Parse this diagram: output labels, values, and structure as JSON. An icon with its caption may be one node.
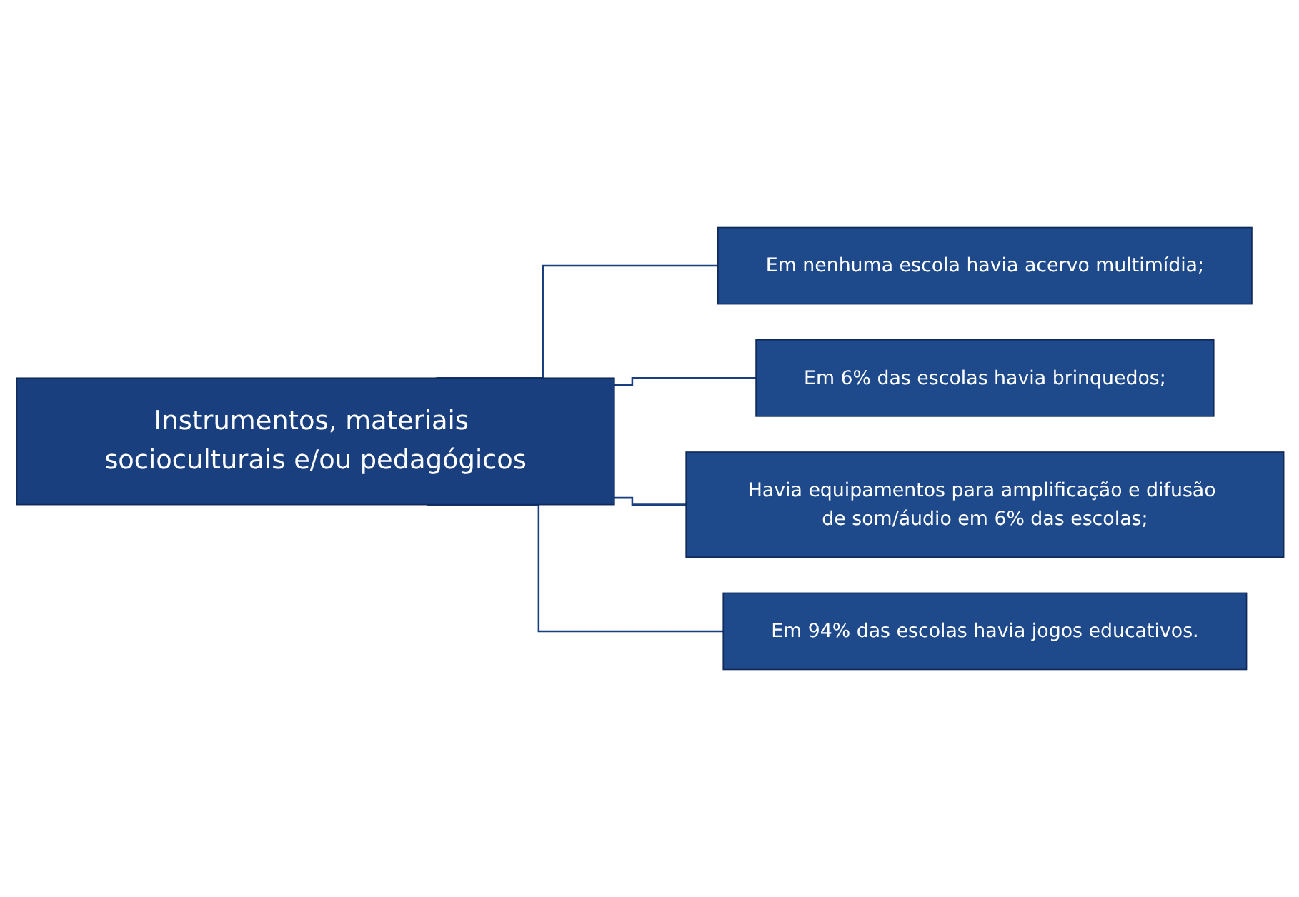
{
  "diagram": {
    "nodes": [
      {
        "text": [
          "Instrumentos, materiais socioculturais e/ou pedagógicos"
        ]
      },
      {
        "text": [
          "Em nenhuma escola havia acervo multimídia;"
        ]
      },
      {
        "text": [
          "Em 6% das escolas havia brinquedos;"
        ]
      },
      {
        "text": [
          "Havia equipamentos para amplificação e difusão de som/áudio em 6% das escolas;"
        ]
      },
      {
        "text": [
          "Em 94% das escolas havia jogos educativos."
        ]
      }
    ],
    "edges": [
      {
        "from": 0,
        "to": 1,
        "arrow": "none"
      },
      {
        "from": 0,
        "to": 2,
        "arrow": "none"
      },
      {
        "from": 0,
        "to": 3,
        "arrow": "none"
      },
      {
        "from": 0,
        "to": 4,
        "arrow": "none"
      }
    ]
  }
}
